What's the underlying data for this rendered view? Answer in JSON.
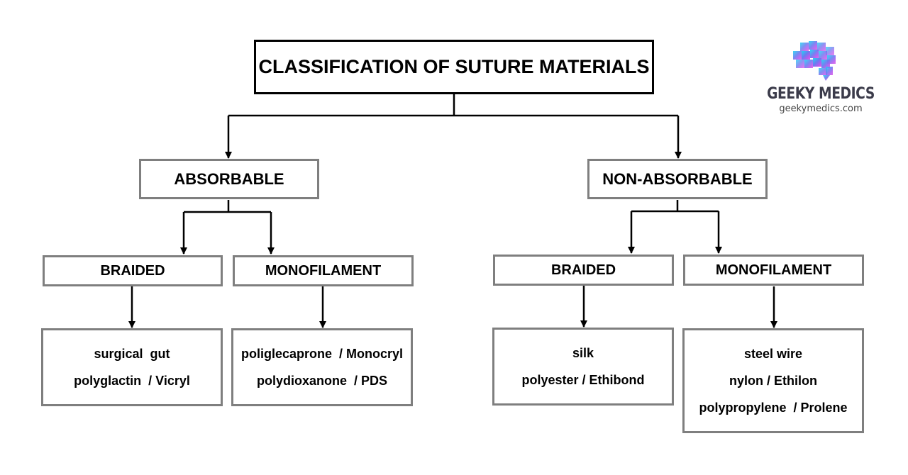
{
  "title": "CLASSIFICATION OF SUTURE MATERIALS",
  "branches": [
    {
      "label": "ABSORBABLE",
      "children": [
        {
          "label": "BRAIDED",
          "examples": [
            "surgical  gut",
            "polyglactin  / Vicryl"
          ]
        },
        {
          "label": "MONOFILAMENT",
          "examples": [
            "poliglecaprone  / Monocryl",
            "polydioxanone  / PDS"
          ]
        }
      ]
    },
    {
      "label": "NON-ABSORBABLE",
      "children": [
        {
          "label": "BRAIDED",
          "examples": [
            "silk",
            "polyester / Ethibond"
          ]
        },
        {
          "label": "MONOFILAMENT",
          "examples": [
            "steel wire",
            "nylon / Ethilon",
            "polypropylene  / Prolene"
          ]
        }
      ]
    }
  ],
  "logo": {
    "name": "GEEKY MEDICS",
    "url": "geekymedics.com",
    "icon": "brain-pixel-icon",
    "colors": [
      "#22d3f5",
      "#6a7cf0",
      "#b45cf0",
      "#e060e8"
    ]
  },
  "colors": {
    "border_main": "#000000",
    "border_sub": "#7f7f7f",
    "connector": "#000000"
  }
}
